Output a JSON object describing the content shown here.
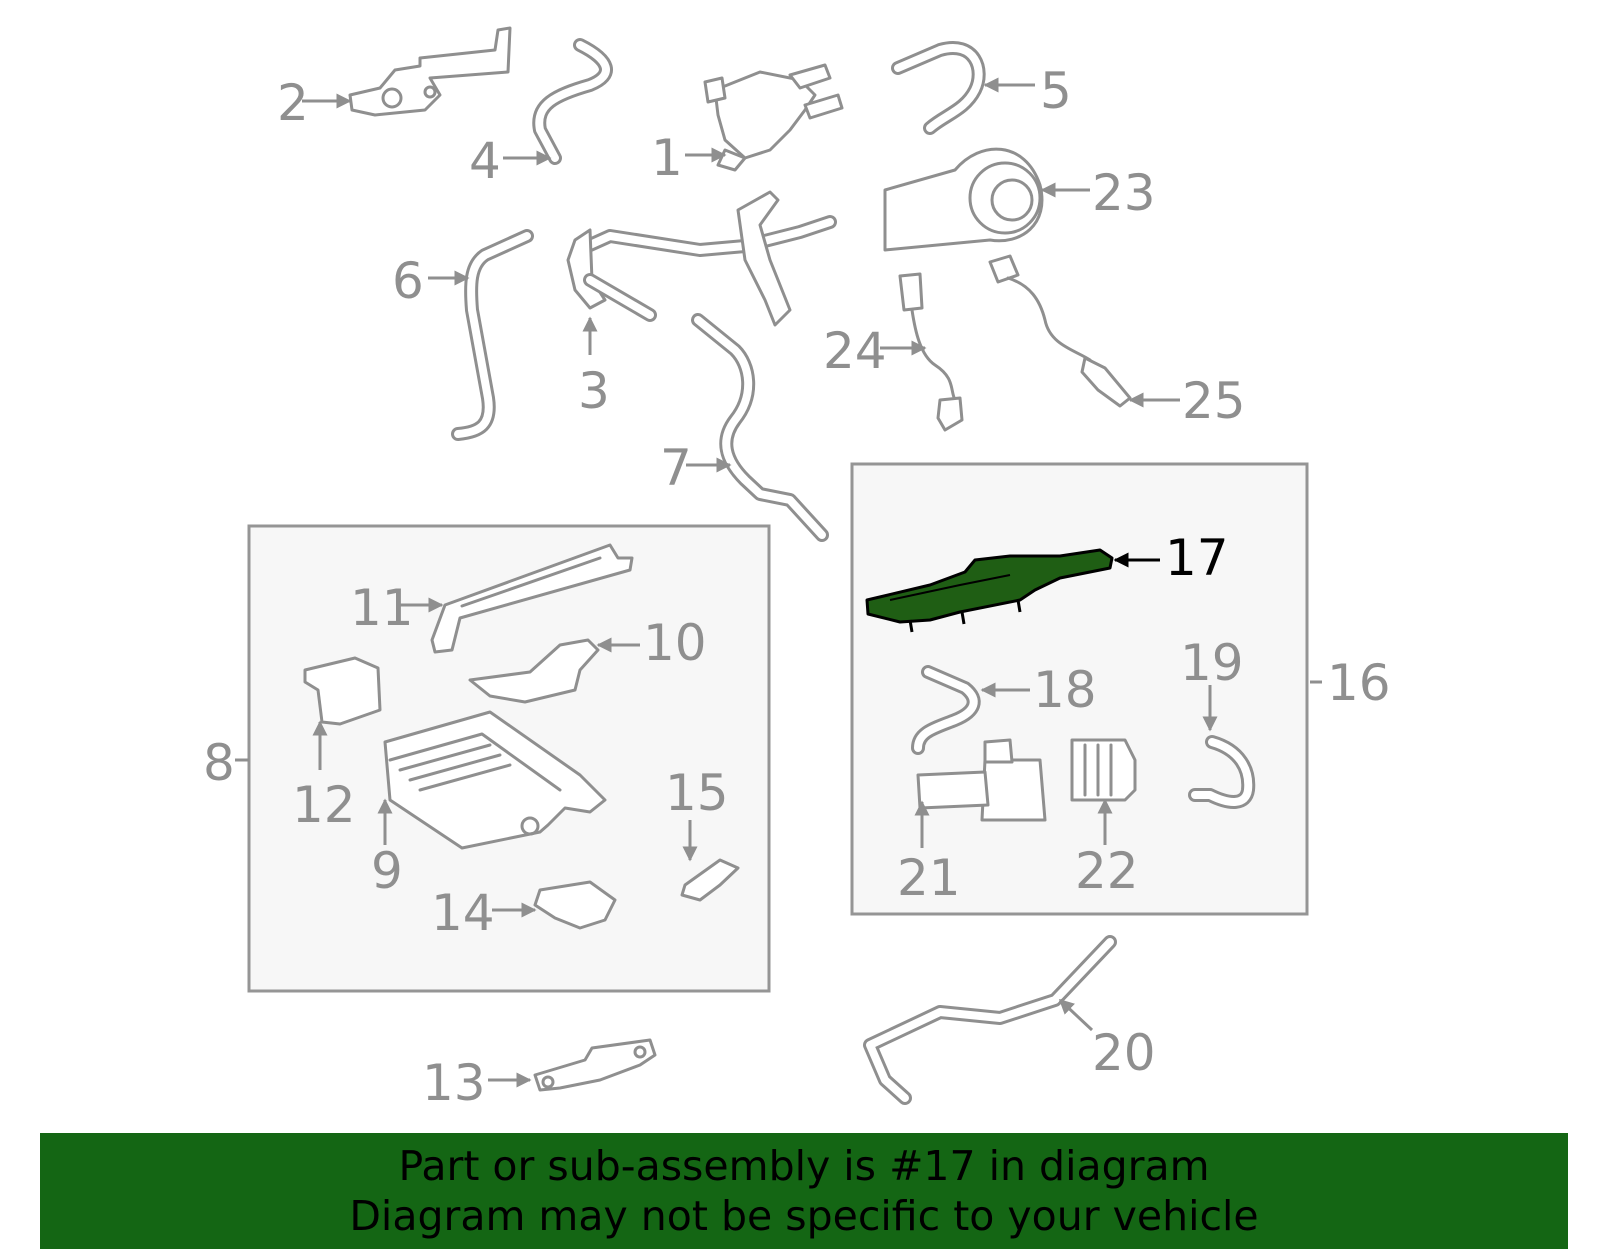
{
  "diagram": {
    "highlight_part": "17",
    "colors": {
      "highlight_fill": "#1f5e14",
      "banner": "#146614",
      "line": "#8f8f8f",
      "box_fill": "#f7f7f7"
    },
    "callouts": {
      "c1": "1",
      "c2": "2",
      "c3": "3",
      "c4": "4",
      "c5": "5",
      "c6": "6",
      "c7": "7",
      "c8": "8",
      "c9": "9",
      "c10": "10",
      "c11": "11",
      "c12": "12",
      "c13": "13",
      "c14": "14",
      "c15": "15",
      "c16": "16",
      "c17": "17",
      "c18": "18",
      "c19": "19",
      "c20": "20",
      "c21": "21",
      "c22": "22",
      "c23": "23",
      "c24": "24",
      "c25": "25"
    }
  },
  "banner": {
    "line1": "Part or sub-assembly is #17 in diagram",
    "line2": "Diagram may not be specific to your vehicle"
  }
}
